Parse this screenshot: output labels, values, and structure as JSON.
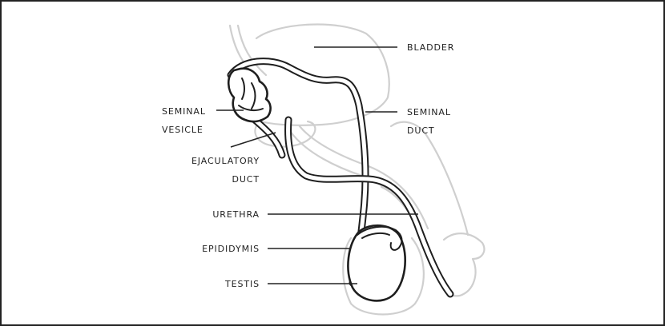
{
  "labels": {
    "bladder": "BLADDER",
    "seminal_vesicle_line1": "SEMINAL",
    "seminal_vesicle_line2": "VESICLE",
    "seminal_duct_line1": "SEMINAL",
    "seminal_duct_line2": "DUCT",
    "ejaculatory_duct_line1": "EJACULATORY",
    "ejaculatory_duct_line2": "DUCT",
    "urethra": "URETHRA",
    "epididymis": "EPIDIDYMIS",
    "testis": "TESTIS"
  },
  "colors": {
    "outline_dark": "#1e1e1e",
    "outline_light": "#cfcfcf",
    "frame": "#222222",
    "background": "#ffffff"
  }
}
